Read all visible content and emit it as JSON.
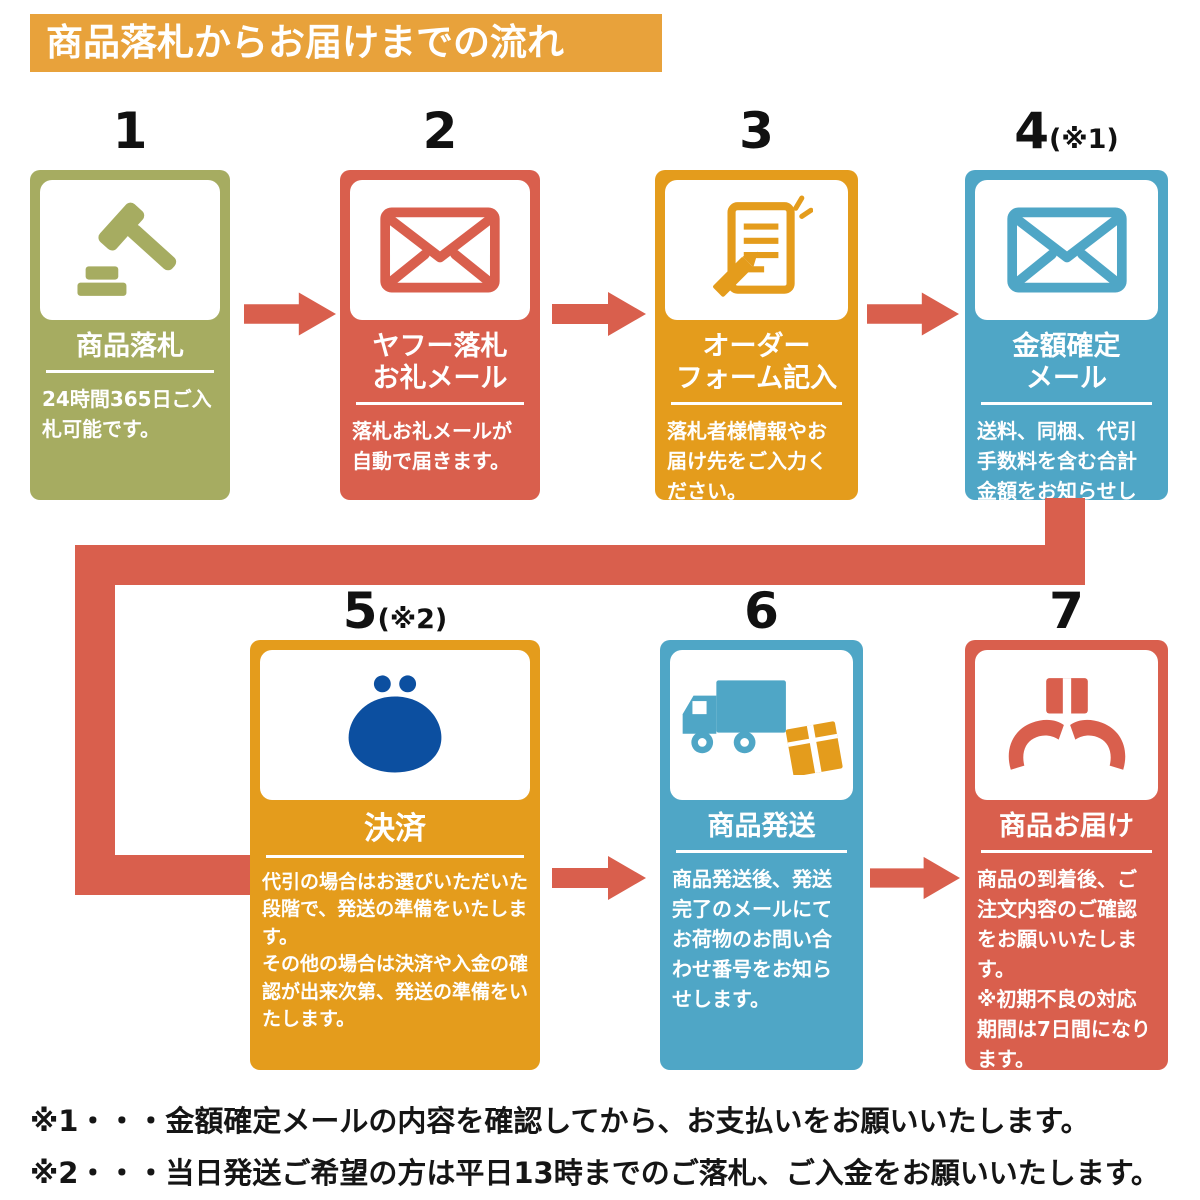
{
  "header": {
    "title": "商品落札からお届けまでの流れ"
  },
  "steps": [
    {
      "number": "1",
      "suffix": "",
      "title": "商品落札",
      "body": "24時間365日ご入札可能です。",
      "icon": "gavel-icon",
      "color": "#A6AC61"
    },
    {
      "number": "2",
      "suffix": "",
      "title": "ヤフー落札\nお礼メール",
      "body": "落札お礼メールが自動で届きます。",
      "icon": "mail-icon",
      "color": "#D95F4D"
    },
    {
      "number": "3",
      "suffix": "",
      "title": "オーダー\nフォーム記入",
      "body": "落札者様情報やお届け先をご入力ください。",
      "icon": "order-form-icon",
      "color": "#E49C1C"
    },
    {
      "number": "4",
      "suffix": "(※1)",
      "title": "金額確定\nメール",
      "body": "送料、同梱、代引手数料を含む合計金額をお知らせします。",
      "icon": "mail-icon",
      "color": "#4FA6C6"
    },
    {
      "number": "5",
      "suffix": "(※2)",
      "title": "決済",
      "body": "代引の場合はお選びいただいた段階で、発送の準備をいたします。\nその他の場合は決済や入金の確認が出来次第、発送の準備をいたします。",
      "icon": "coin-purse-icon",
      "color": "#E49C1C"
    },
    {
      "number": "6",
      "suffix": "",
      "title": "商品発送",
      "body": "商品発送後、発送完了のメールにてお荷物のお問い合わせ番号をお知らせします。",
      "icon": "truck-box-icon",
      "color": "#4FA6C6"
    },
    {
      "number": "7",
      "suffix": "",
      "title": "商品お届け",
      "body": "商品の到着後、ご注文内容のご確認をお願いいたします。\n※初期不良の対応期間は7日間になります。",
      "icon": "hands-package-icon",
      "color": "#D95F4D"
    }
  ],
  "notes": [
    "※1・・・金額確定メールの内容を確認してから、お支払いをお願いいたします。",
    "※2・・・当日発送ご希望の方は平日13時までのご落札、ご入金をお願いいたします。"
  ],
  "colors": {
    "header_bg": "#E8A23B",
    "olive": "#A6AC61",
    "red": "#D95F4D",
    "orange": "#E49C1C",
    "blue": "#4FA6C6",
    "purse_navy": "#0C4FA0",
    "arrow": "#D95F4D",
    "text": "#151515"
  }
}
